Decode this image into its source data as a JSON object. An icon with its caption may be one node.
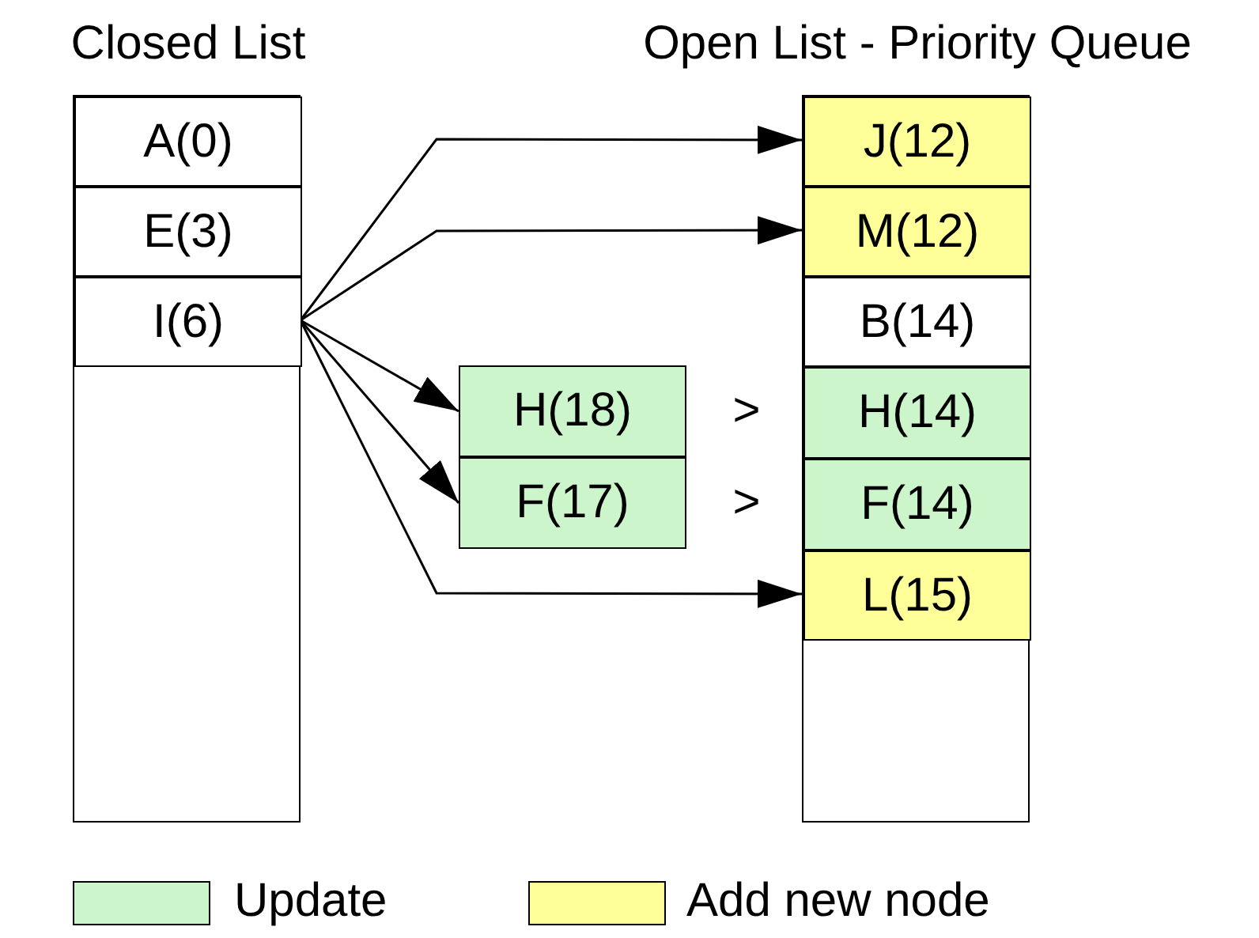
{
  "diagram": {
    "nodes": [
      {
        "text": [
          "Closed List"
        ]
      },
      {
        "text": [
          "A(0)"
        ],
        "in": 0
      },
      {
        "text": [
          "E(3)"
        ],
        "in": 0
      },
      {
        "text": [
          "I(6)"
        ],
        "in": 0
      },
      {
        "text": [
          "Open List - Priority Queue"
        ]
      },
      {
        "text": [
          "J(12)"
        ],
        "in": 4
      },
      {
        "text": [
          "M(12)"
        ],
        "in": 4
      },
      {
        "text": [
          "B(14)"
        ],
        "in": 4
      },
      {
        "text": [
          "H(14)"
        ],
        "in": 4
      },
      {
        "text": [
          "F(14)"
        ],
        "in": 4
      },
      {
        "text": [
          "L(15)"
        ],
        "in": 4
      },
      {
        "text": [
          "H(18)"
        ]
      },
      {
        "text": [
          "F(17)"
        ]
      }
    ],
    "edges": [
      {
        "from": 3,
        "to": 5,
        "arrow": "to"
      },
      {
        "from": 3,
        "to": 6,
        "arrow": "to"
      },
      {
        "from": 3,
        "to": 11,
        "arrow": "to"
      },
      {
        "from": 3,
        "to": 12,
        "arrow": "to"
      },
      {
        "from": 3,
        "to": 10,
        "arrow": "to"
      }
    ],
    "labels": [
      ">",
      ">"
    ],
    "legend": [
      {
        "text": "Update",
        "color": "#ccf5cc"
      },
      {
        "text": "Add new node",
        "color": "#ffff99"
      }
    ]
  }
}
